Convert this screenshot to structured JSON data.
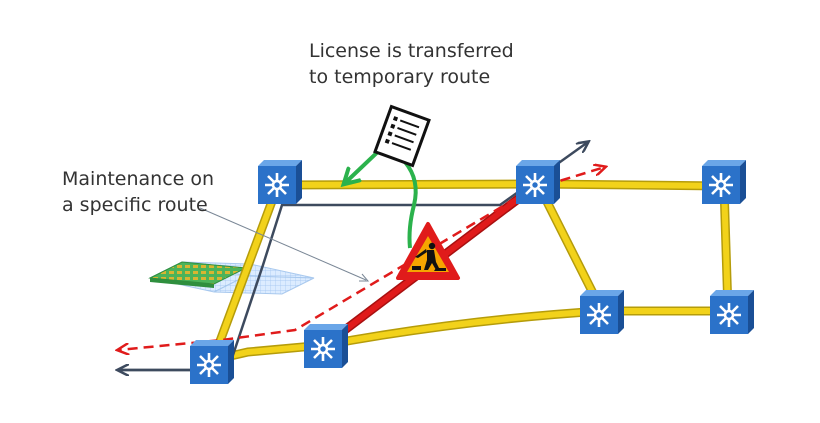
{
  "annotations": {
    "license_line1": "License is transferred",
    "license_line2": "to temporary route",
    "maintenance_line1": "Maintenance on",
    "maintenance_line2": "a specific route"
  },
  "colors": {
    "link": "#f2d21a",
    "link_edge": "#b59c0a",
    "maintained_link": "#e01b1b",
    "temporary_route": "#3d4a5e",
    "license_arrow": "#2bb24c",
    "dashed_route": "#e01b1b",
    "node_front": "#2b72c9",
    "node_top": "#6aa6e8",
    "node_side": "#1a4f96",
    "warning_fill": "#f6a500",
    "warning_border": "#e01b1b"
  },
  "icons": {
    "node": "network-switch-cube-icon",
    "license": "license-document-icon",
    "maintenance": "road-works-warning-icon",
    "hardware": "circuit-board-icon"
  }
}
